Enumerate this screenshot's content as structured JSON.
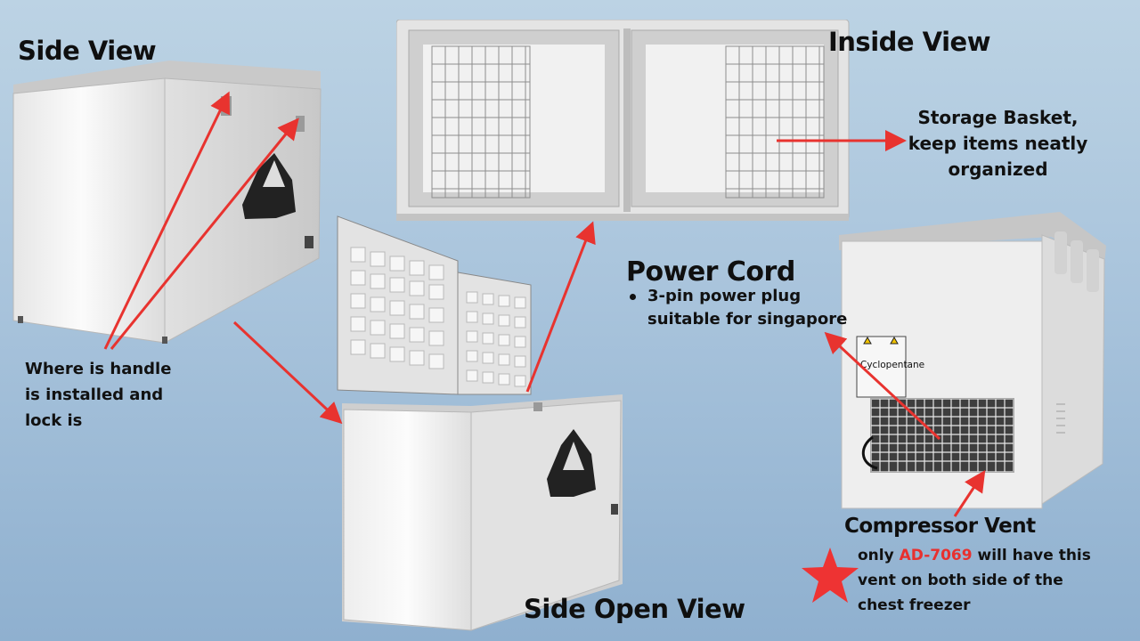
{
  "headings": {
    "side_view": "Side View",
    "inside_view": "Inside View",
    "side_open_view": "Side Open View",
    "power_cord": "Power Cord",
    "compressor_vent": "Compressor Vent"
  },
  "notes": {
    "handle_line1": "Where is handle",
    "handle_line2": "is installed and",
    "handle_line3": "lock is",
    "basket_line1": "Storage Basket,",
    "basket_line2": "keep items neatly",
    "basket_line3": "organized",
    "power_bullet_line1": "3-pin power plug",
    "power_bullet_line2": "suitable for singapore",
    "vent_pre": "only ",
    "vent_model": "AD-7069",
    "vent_post": " will have this",
    "vent_line2": "vent on both side of the",
    "vent_line3": "chest freezer"
  },
  "label_on_freezer": "Cyclopentane",
  "colors": {
    "arrow": "#e8332f",
    "accent_red": "#e8302e",
    "star": "#ee3333",
    "freezer_white": "#f2f2f2",
    "freezer_shadow": "#d8d8d8"
  },
  "icons": [
    "star-icon",
    "bullet-dot-icon",
    "mountain-logo-icon"
  ]
}
